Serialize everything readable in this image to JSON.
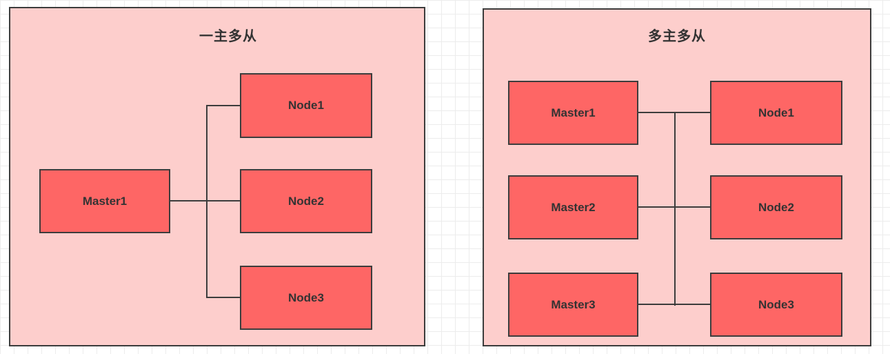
{
  "colors": {
    "canvas_bg": "#ffffff",
    "grid_line": "#ececec",
    "panel_fill": "#fdcecc",
    "box_fill": "#fe6665",
    "stroke": "#3c3c3c",
    "text": "#333333"
  },
  "panels": [
    {
      "title": "一主多从",
      "masters": [
        {
          "label": "Master1"
        }
      ],
      "nodes": [
        {
          "label": "Node1"
        },
        {
          "label": "Node2"
        },
        {
          "label": "Node3"
        }
      ]
    },
    {
      "title": "多主多从",
      "masters": [
        {
          "label": "Master1"
        },
        {
          "label": "Master2"
        },
        {
          "label": "Master3"
        }
      ],
      "nodes": [
        {
          "label": "Node1"
        },
        {
          "label": "Node2"
        },
        {
          "label": "Node3"
        }
      ]
    }
  ]
}
